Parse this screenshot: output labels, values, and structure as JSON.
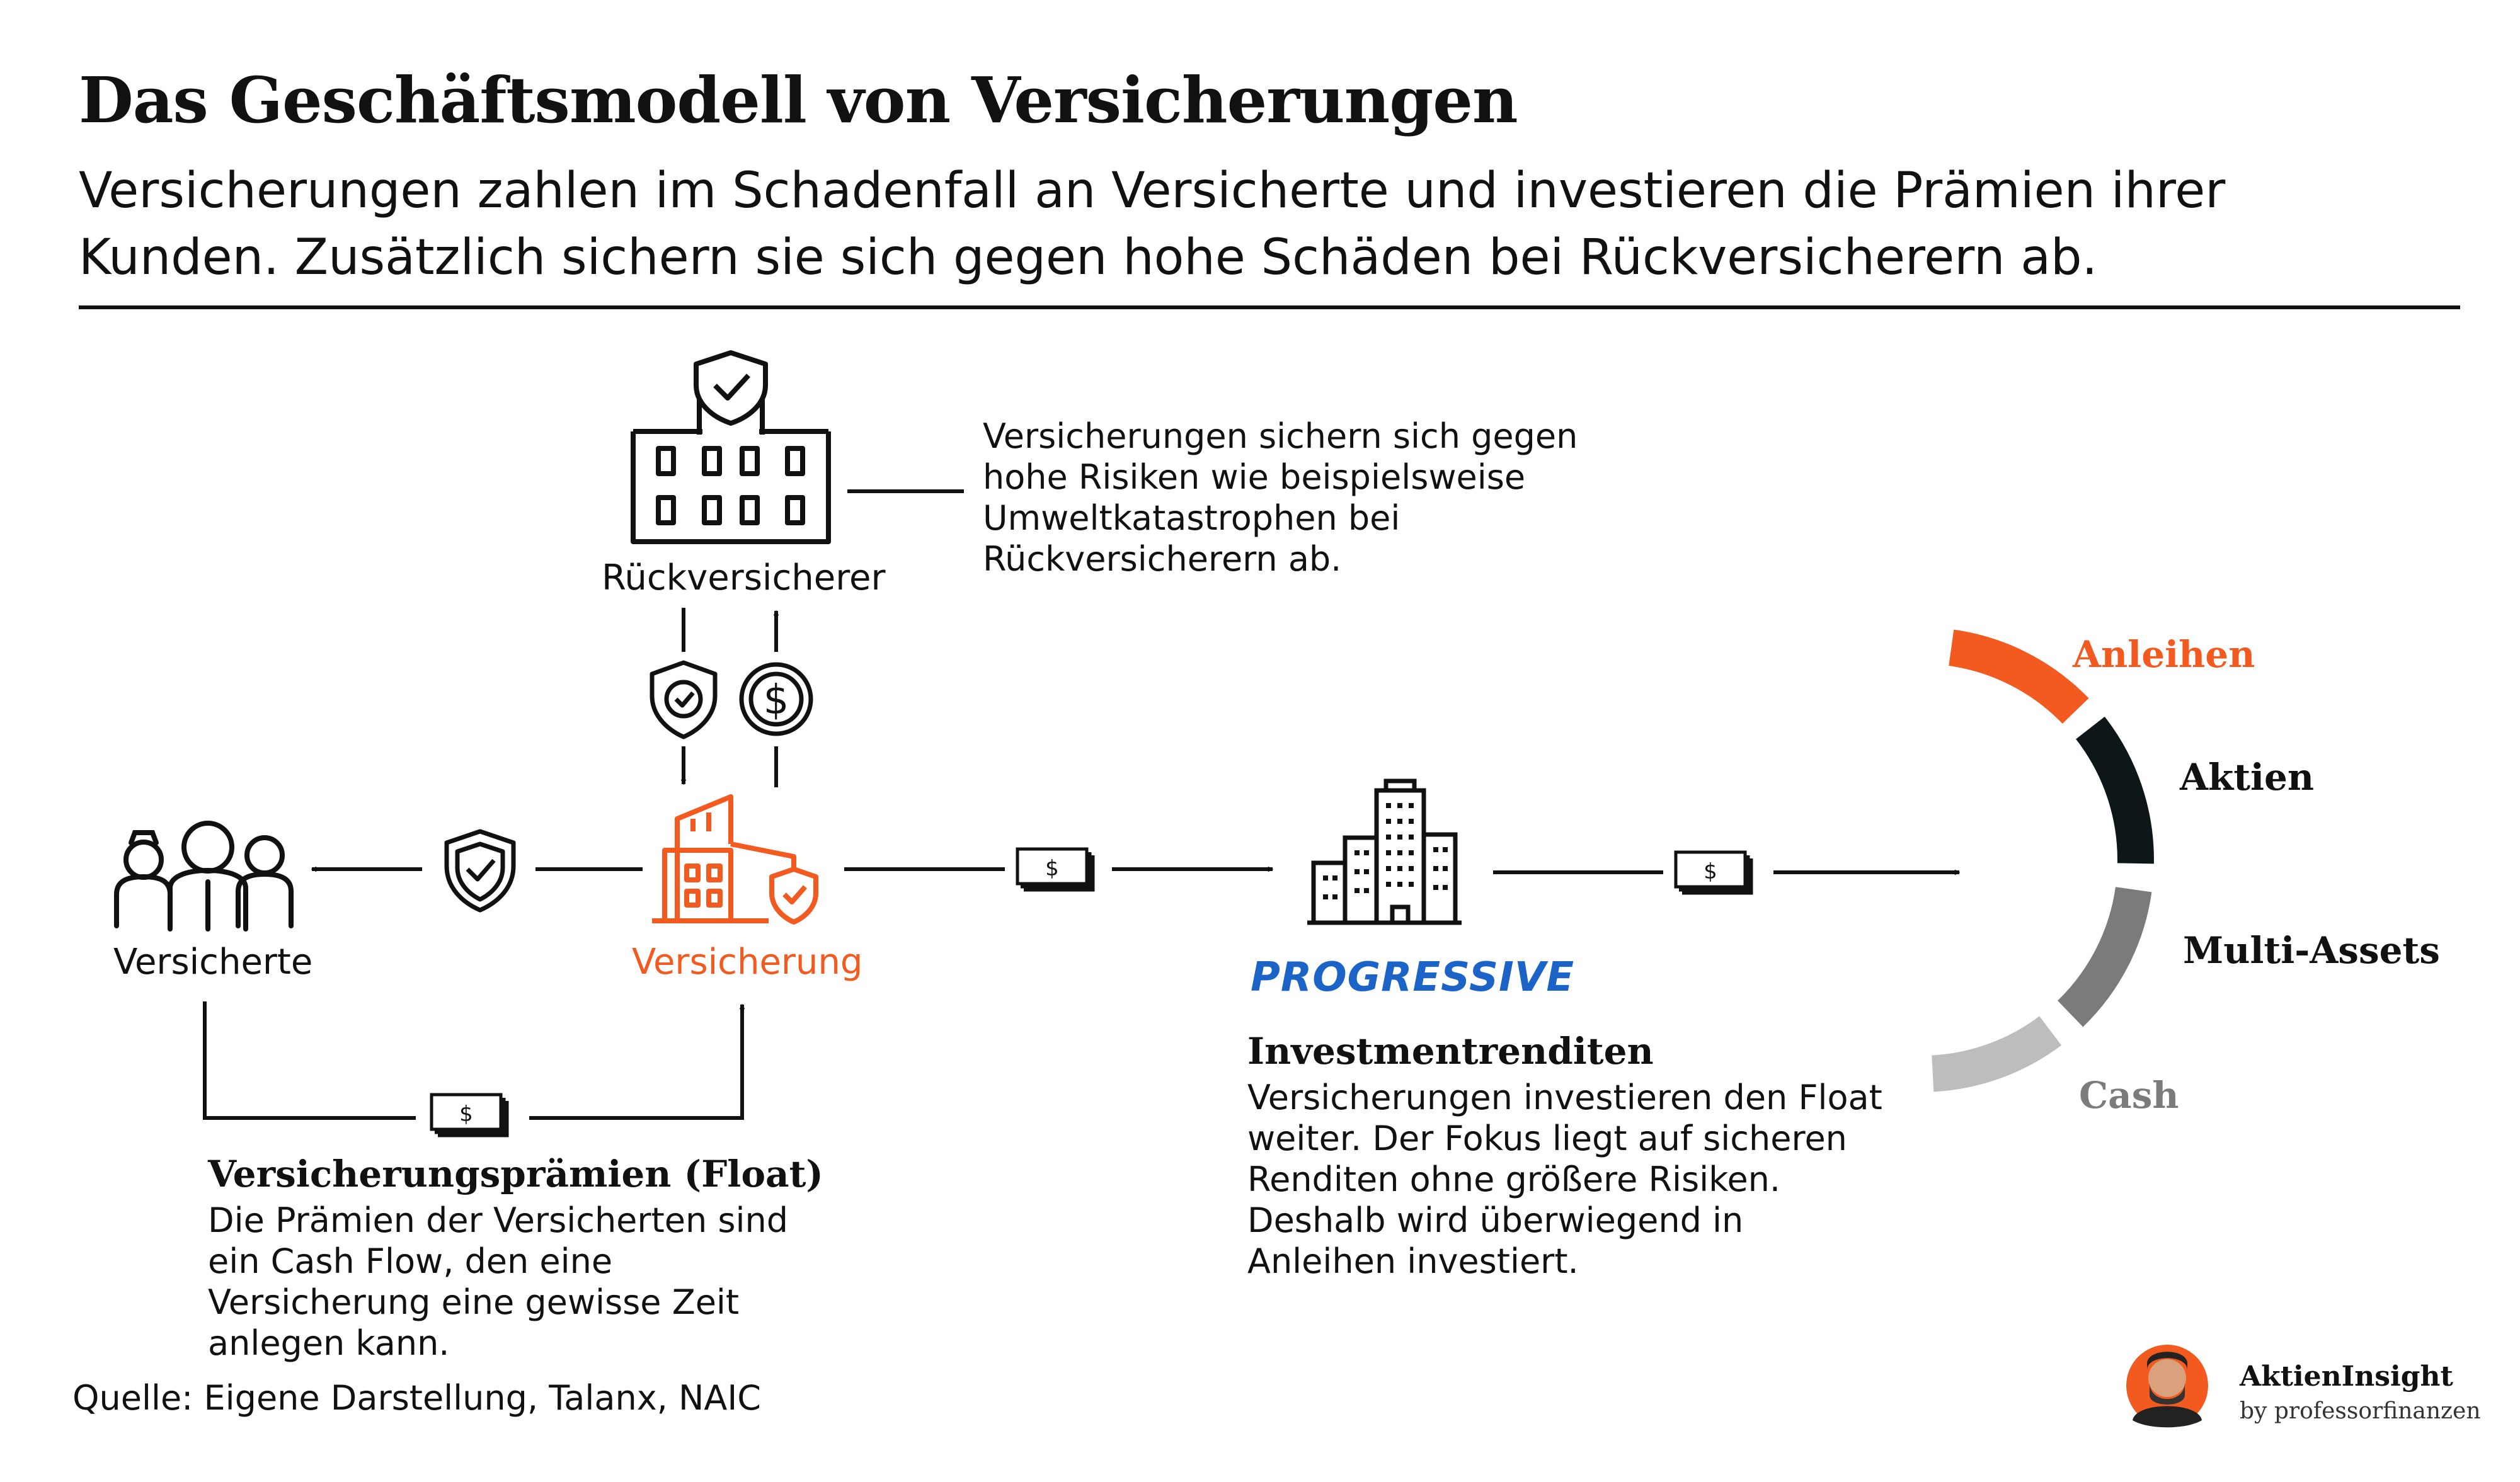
{
  "header": {
    "title": "Das Geschäftsmodell von Versicherungen",
    "subtitle": "Versicherungen zahlen im Schadenfall an Versicherte und investieren die Prämien ihrer Kunden. Zusätzlich sichern sie sich gegen hohe Schäden bei Rückversicherern ab."
  },
  "nodes": {
    "reinsurer_label": "Rückversicherer",
    "reinsurer_note": "Versicherungen sichern sich gegen hohe Risiken wie beispielsweise Umweltkatastrophen bei Rückversicherern ab.",
    "insured_label": "Versicherte",
    "insurer_label": "Versicherung",
    "company_logo_text": "PROGRESSIVE"
  },
  "float_section": {
    "heading": "Versicherungsprämien (Float)",
    "text": "Die Prämien der Versicherten sind ein Cash Flow, den eine Versicherung eine gewisse Zeit anlegen kann."
  },
  "investment_section": {
    "heading": "Investmentrenditen",
    "text": "Versicherungen investieren den Float weiter. Der Fokus liegt auf sicheren Renditen ohne größere Risiken. Deshalb wird überwiegend in Anleihen investiert."
  },
  "allocation": {
    "segments": [
      {
        "label": "Anleihen",
        "color": "#f25a1f"
      },
      {
        "label": "Aktien",
        "color": "#0d1619"
      },
      {
        "label": "Multi-Assets",
        "color": "#7b7b7b"
      },
      {
        "label": "Cash",
        "color": "#bdbdbd"
      }
    ]
  },
  "footer": {
    "source": "Quelle: Eigene Darstellung, Talanx, NAIC",
    "brand_name": "AktienInsight",
    "brand_sub": "by professorfinanzen"
  },
  "colors": {
    "accent": "#f25a1f",
    "text": "#111111",
    "link_blue": "#1b63c7"
  },
  "icons": [
    "reinsurer-building-icon",
    "shield-check-icon",
    "dollar-coin-icon",
    "people-icon",
    "insurer-building-icon",
    "banknote-icon",
    "skyscraper-icon",
    "avatar-logo"
  ]
}
